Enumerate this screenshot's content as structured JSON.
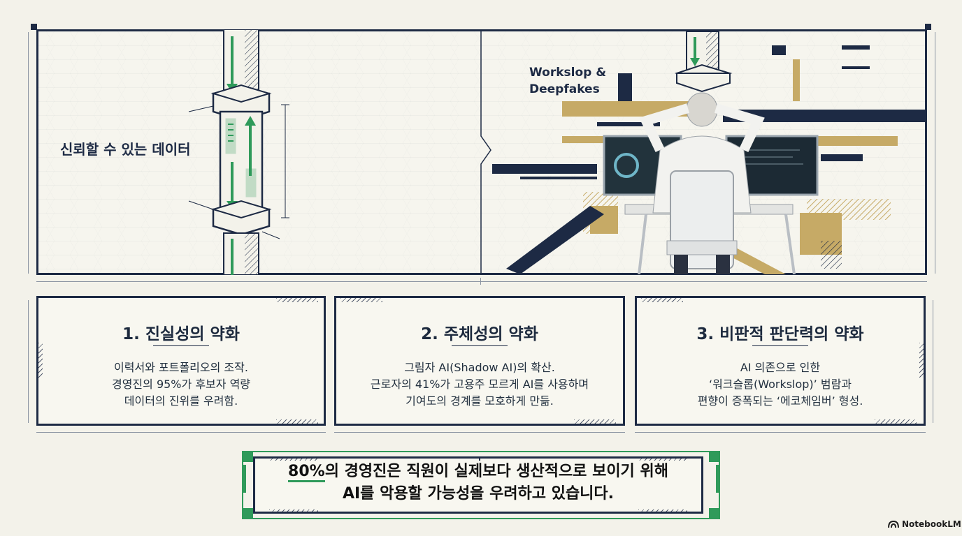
{
  "hero": {
    "left_label": "신뢰할 수 있는 데이터",
    "right_label_line1": "Workslop &",
    "right_label_line2": "Deepfakes"
  },
  "cards": [
    {
      "title": "1. 진실성의 약화",
      "lines": [
        "이력서와 포트폴리오의 조작.",
        "경영진의 95%가 후보자 역량",
        "데이터의 진위를 우려함."
      ]
    },
    {
      "title": "2. 주체성의 약화",
      "lines": [
        "그림자 AI(Shadow AI)의 확산.",
        "근로자의 41%가 고용주 모르게 AI를 사용하며",
        "기여도의 경계를 모호하게 만듦."
      ]
    },
    {
      "title": "3. 비판적 판단력의 약화",
      "lines": [
        "AI 의존으로 인한",
        "‘워크슬롭(Workslop)’ 범람과",
        "편향이 증폭되는 ‘에코체임버’ 형성."
      ]
    }
  ],
  "banner": {
    "highlight": "80%",
    "line1_rest": "의 경영진은 직원이 실제보다 생산적으로 보이기 위해",
    "line2": "AI를 악용할 가능성을 우려하고 있습니다."
  },
  "brand": {
    "name": "NotebookLM",
    "icon": "notebooklm-logo-icon"
  },
  "colors": {
    "navy": "#1d2a44",
    "gold": "#c6aa66",
    "green": "#2f9a5a",
    "paper": "#f3f2ea"
  }
}
